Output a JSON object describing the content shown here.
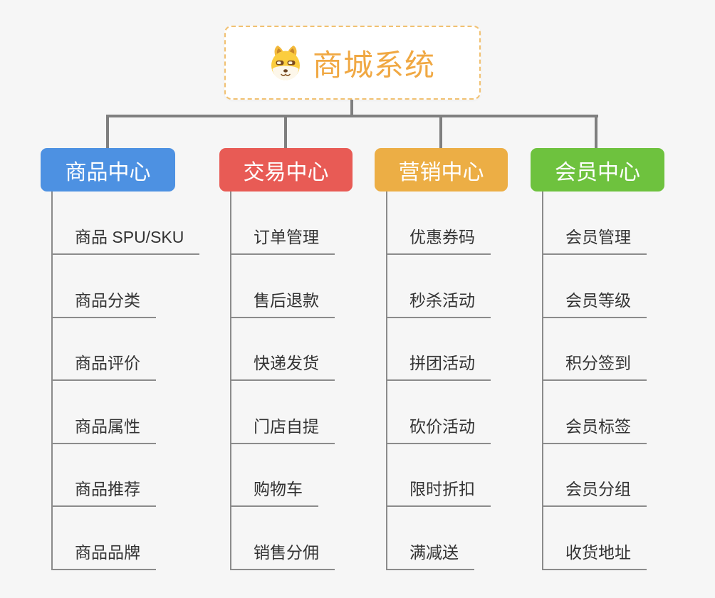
{
  "root": {
    "title": "商城系统",
    "icon": "shiba-dog-icon",
    "title_color": "#f0a843",
    "box_border_color": "#f1c172",
    "box_background": "#ffffff"
  },
  "canvas": {
    "background_color": "#f6f6f6",
    "connector_color": "#7f7f7f",
    "underline_color": "#8b8b8b",
    "leaf_text_color": "#333333"
  },
  "branches": [
    {
      "label": "商品中心",
      "color": "#4d91e2",
      "items": [
        "商品 SPU/SKU",
        "商品分类",
        "商品评价",
        "商品属性",
        "商品推荐",
        "商品品牌"
      ]
    },
    {
      "label": "交易中心",
      "color": "#e85b55",
      "items": [
        "订单管理",
        "售后退款",
        "快递发货",
        "门店自提",
        "购物车",
        "销售分佣"
      ]
    },
    {
      "label": "营销中心",
      "color": "#ecae45",
      "items": [
        "优惠券码",
        "秒杀活动",
        "拼团活动",
        "砍价活动",
        "限时折扣",
        "满减送"
      ]
    },
    {
      "label": "会员中心",
      "color": "#6ec23e",
      "items": [
        "会员管理",
        "会员等级",
        "积分签到",
        "会员标签",
        "会员分组",
        "收货地址"
      ]
    }
  ]
}
